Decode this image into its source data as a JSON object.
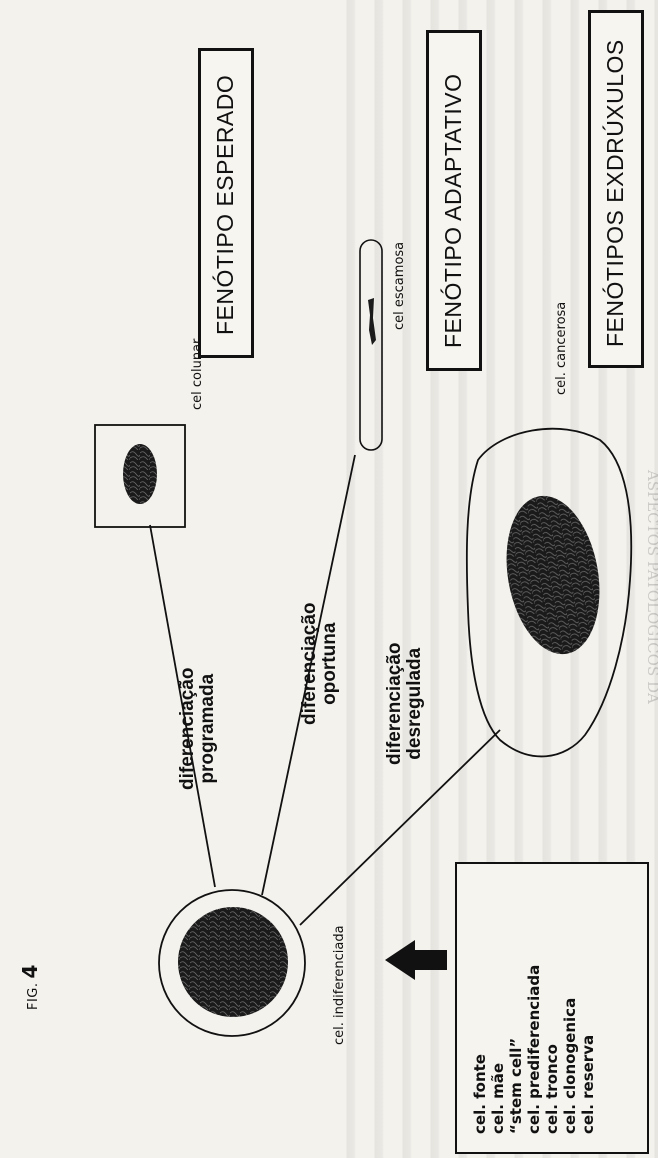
{
  "figure": {
    "label": "FIG.",
    "number": "4"
  },
  "cells": {
    "indifferent": "cel. indiferenciada",
    "columnar": "cel colunar",
    "squamous": "cel escamosa",
    "cancer": "cel. cancerosa"
  },
  "differentiation": {
    "programmed": [
      "diferenciação",
      "programada"
    ],
    "opportune": [
      "diferenciação",
      "oportuna"
    ],
    "deregulated": [
      "diferenciação",
      "desregulada"
    ]
  },
  "phenotypes": {
    "expected": "FENÓTIPO ESPERADO",
    "adaptive": "FENÓTIPO ADAPTATIVO",
    "exdruxulos": "FENÓTIPOS EXDRÚXULOS"
  },
  "legend": {
    "items": [
      "cel. fonte",
      "cel. mãe",
      "“stem cell”",
      "cel. prediferenciada",
      "cel. tronco",
      "cel. clonogenica",
      "cel. reserva"
    ]
  },
  "bleed_through": {
    "heading": "ASPECTOS PATOLÓGICOS DA"
  },
  "colors": {
    "ink": "#111111",
    "paper": "#f4f2ed"
  }
}
